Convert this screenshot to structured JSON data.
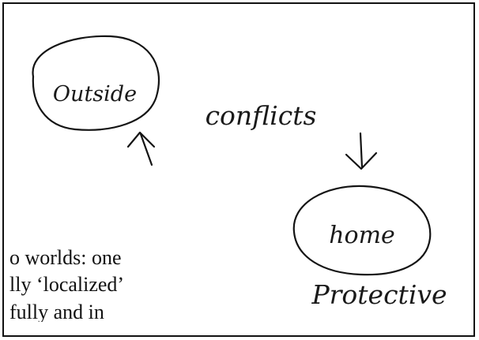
{
  "handwriting": {
    "outside": "Outside",
    "conflicts": "conflicts",
    "home": "home",
    "protective": "Protective"
  },
  "typed_text": {
    "line1": "o worlds: one",
    "line2": "lly ‘localized’",
    "line3": "fully and in"
  },
  "ink_color": "#141414"
}
